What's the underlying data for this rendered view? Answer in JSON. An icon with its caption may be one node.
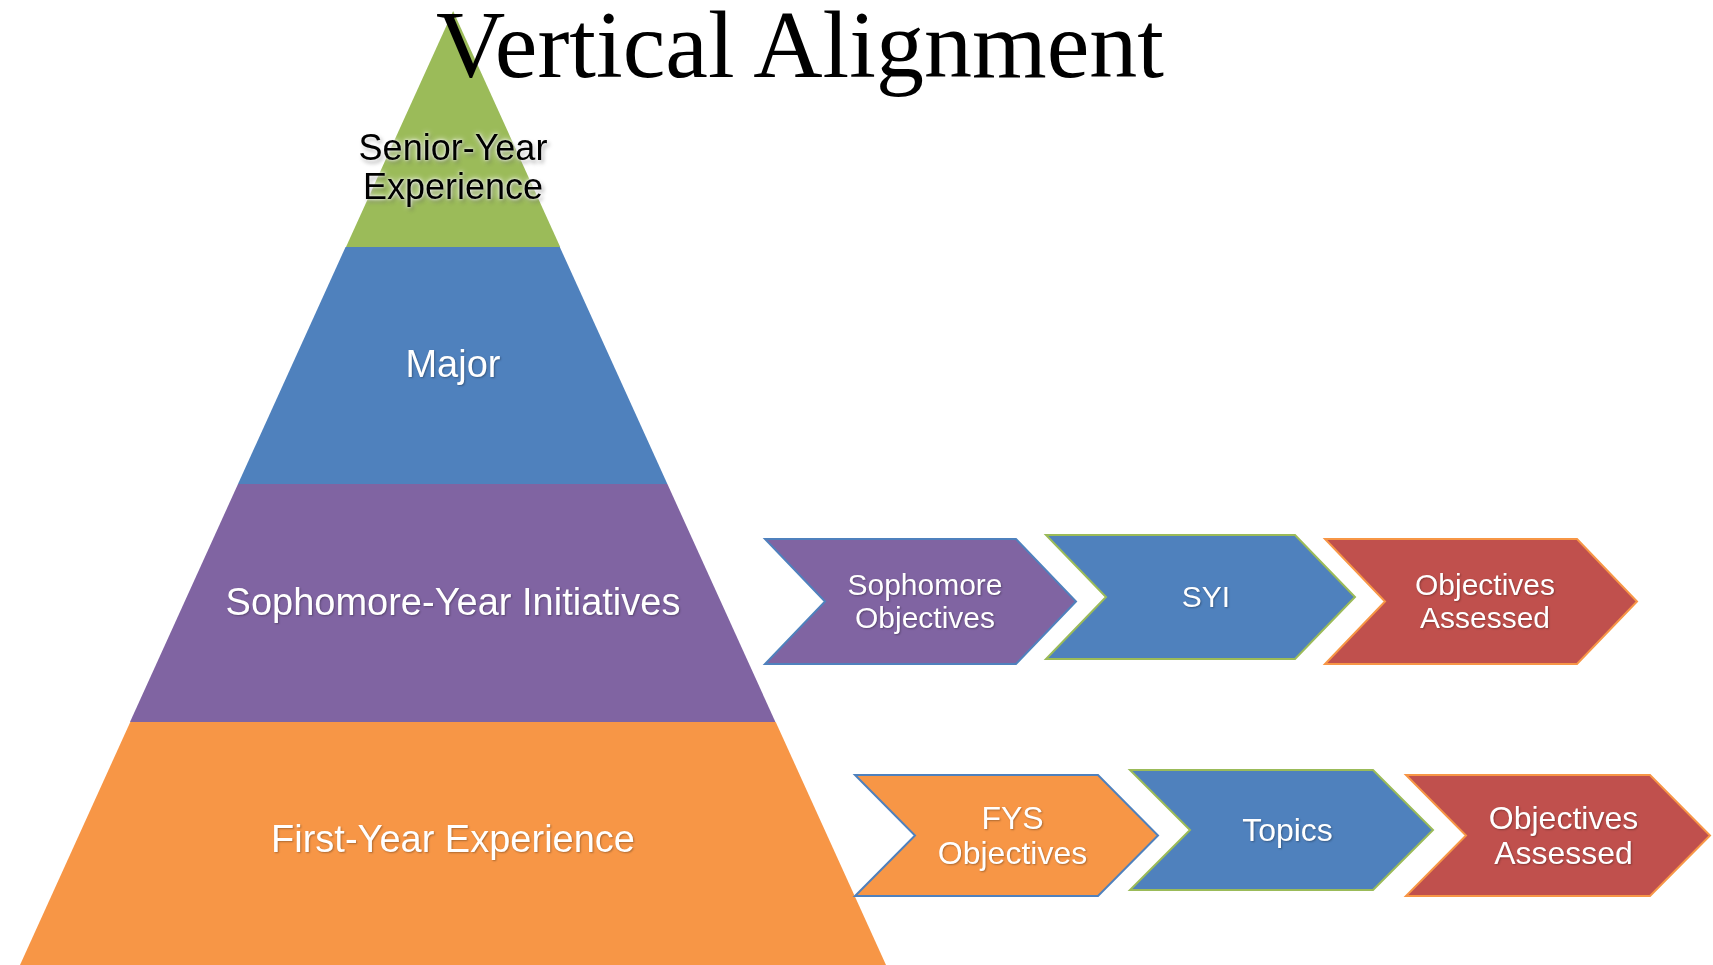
{
  "diagram": {
    "title": "Vertical Alignment",
    "nodes": [
      {
        "text": [
          "Senior-Year Experience"
        ]
      },
      {
        "text": [
          "Major"
        ]
      },
      {
        "text": [
          "Sophomore-Year Initiatives"
        ]
      },
      {
        "text": [
          "First-Year Experience"
        ]
      },
      {
        "text": [
          "Sophomore Objectives"
        ]
      },
      {
        "text": [
          "SYI"
        ]
      },
      {
        "text": [
          "Objectives Assessed"
        ]
      },
      {
        "text": [
          "FYS Objectives"
        ]
      },
      {
        "text": [
          "Topics"
        ]
      },
      {
        "text": [
          "Objectives Assessed"
        ]
      }
    ]
  }
}
